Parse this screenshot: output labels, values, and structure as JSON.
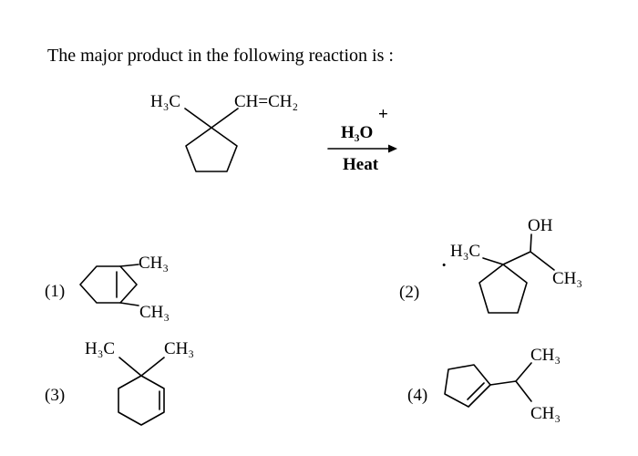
{
  "question": "The major product in the following reaction is :",
  "reactant": {
    "left_group": "H₃C",
    "right_group": "CH=CH₂"
  },
  "reagent": {
    "charge": "+",
    "reagent": "H₃O",
    "condition": "Heat"
  },
  "options": [
    {
      "number": "(1)",
      "labels": [
        "CH₃",
        "CH₃"
      ]
    },
    {
      "number": "(2)",
      "labels": [
        "OH",
        "H₃C",
        "CH₃"
      ]
    },
    {
      "number": "(3)",
      "labels": [
        "H₃C",
        "CH₃"
      ]
    },
    {
      "number": "(4)",
      "labels": [
        "CH₃",
        "CH₃"
      ]
    }
  ]
}
